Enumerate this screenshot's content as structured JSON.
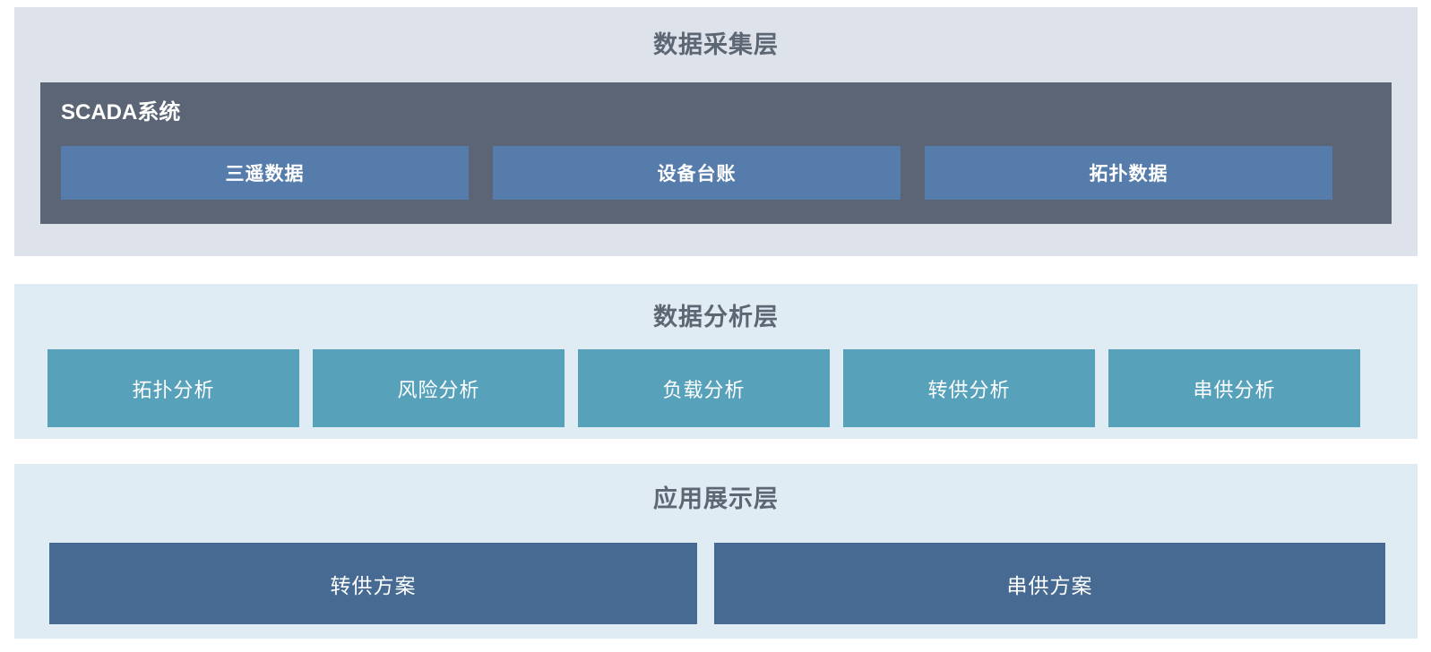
{
  "diagram": {
    "layers": {
      "collection": {
        "title": "数据采集层",
        "scada": {
          "title": "SCADA系统",
          "boxes": [
            "三遥数据",
            "设备台账",
            "拓扑数据"
          ]
        }
      },
      "analysis": {
        "title": "数据分析层",
        "boxes": [
          "拓扑分析",
          "风险分析",
          "负载分析",
          "转供分析",
          "串供分析"
        ]
      },
      "application": {
        "title": "应用展示层",
        "boxes": [
          "转供方案",
          "串供方案"
        ]
      }
    },
    "colors": {
      "collection_layer_bg": "#dee2eb",
      "scada_panel_bg": "#5b6575",
      "scada_item_bg": "#567cab",
      "analysis_layer_bg": "#dfecf3",
      "analysis_item_bg": "#57a1bb",
      "application_layer_bg": "#dfecf3",
      "application_item_bg": "#466a91",
      "layer_title_text": "#5d6673",
      "item_text": "#ffffff"
    }
  }
}
